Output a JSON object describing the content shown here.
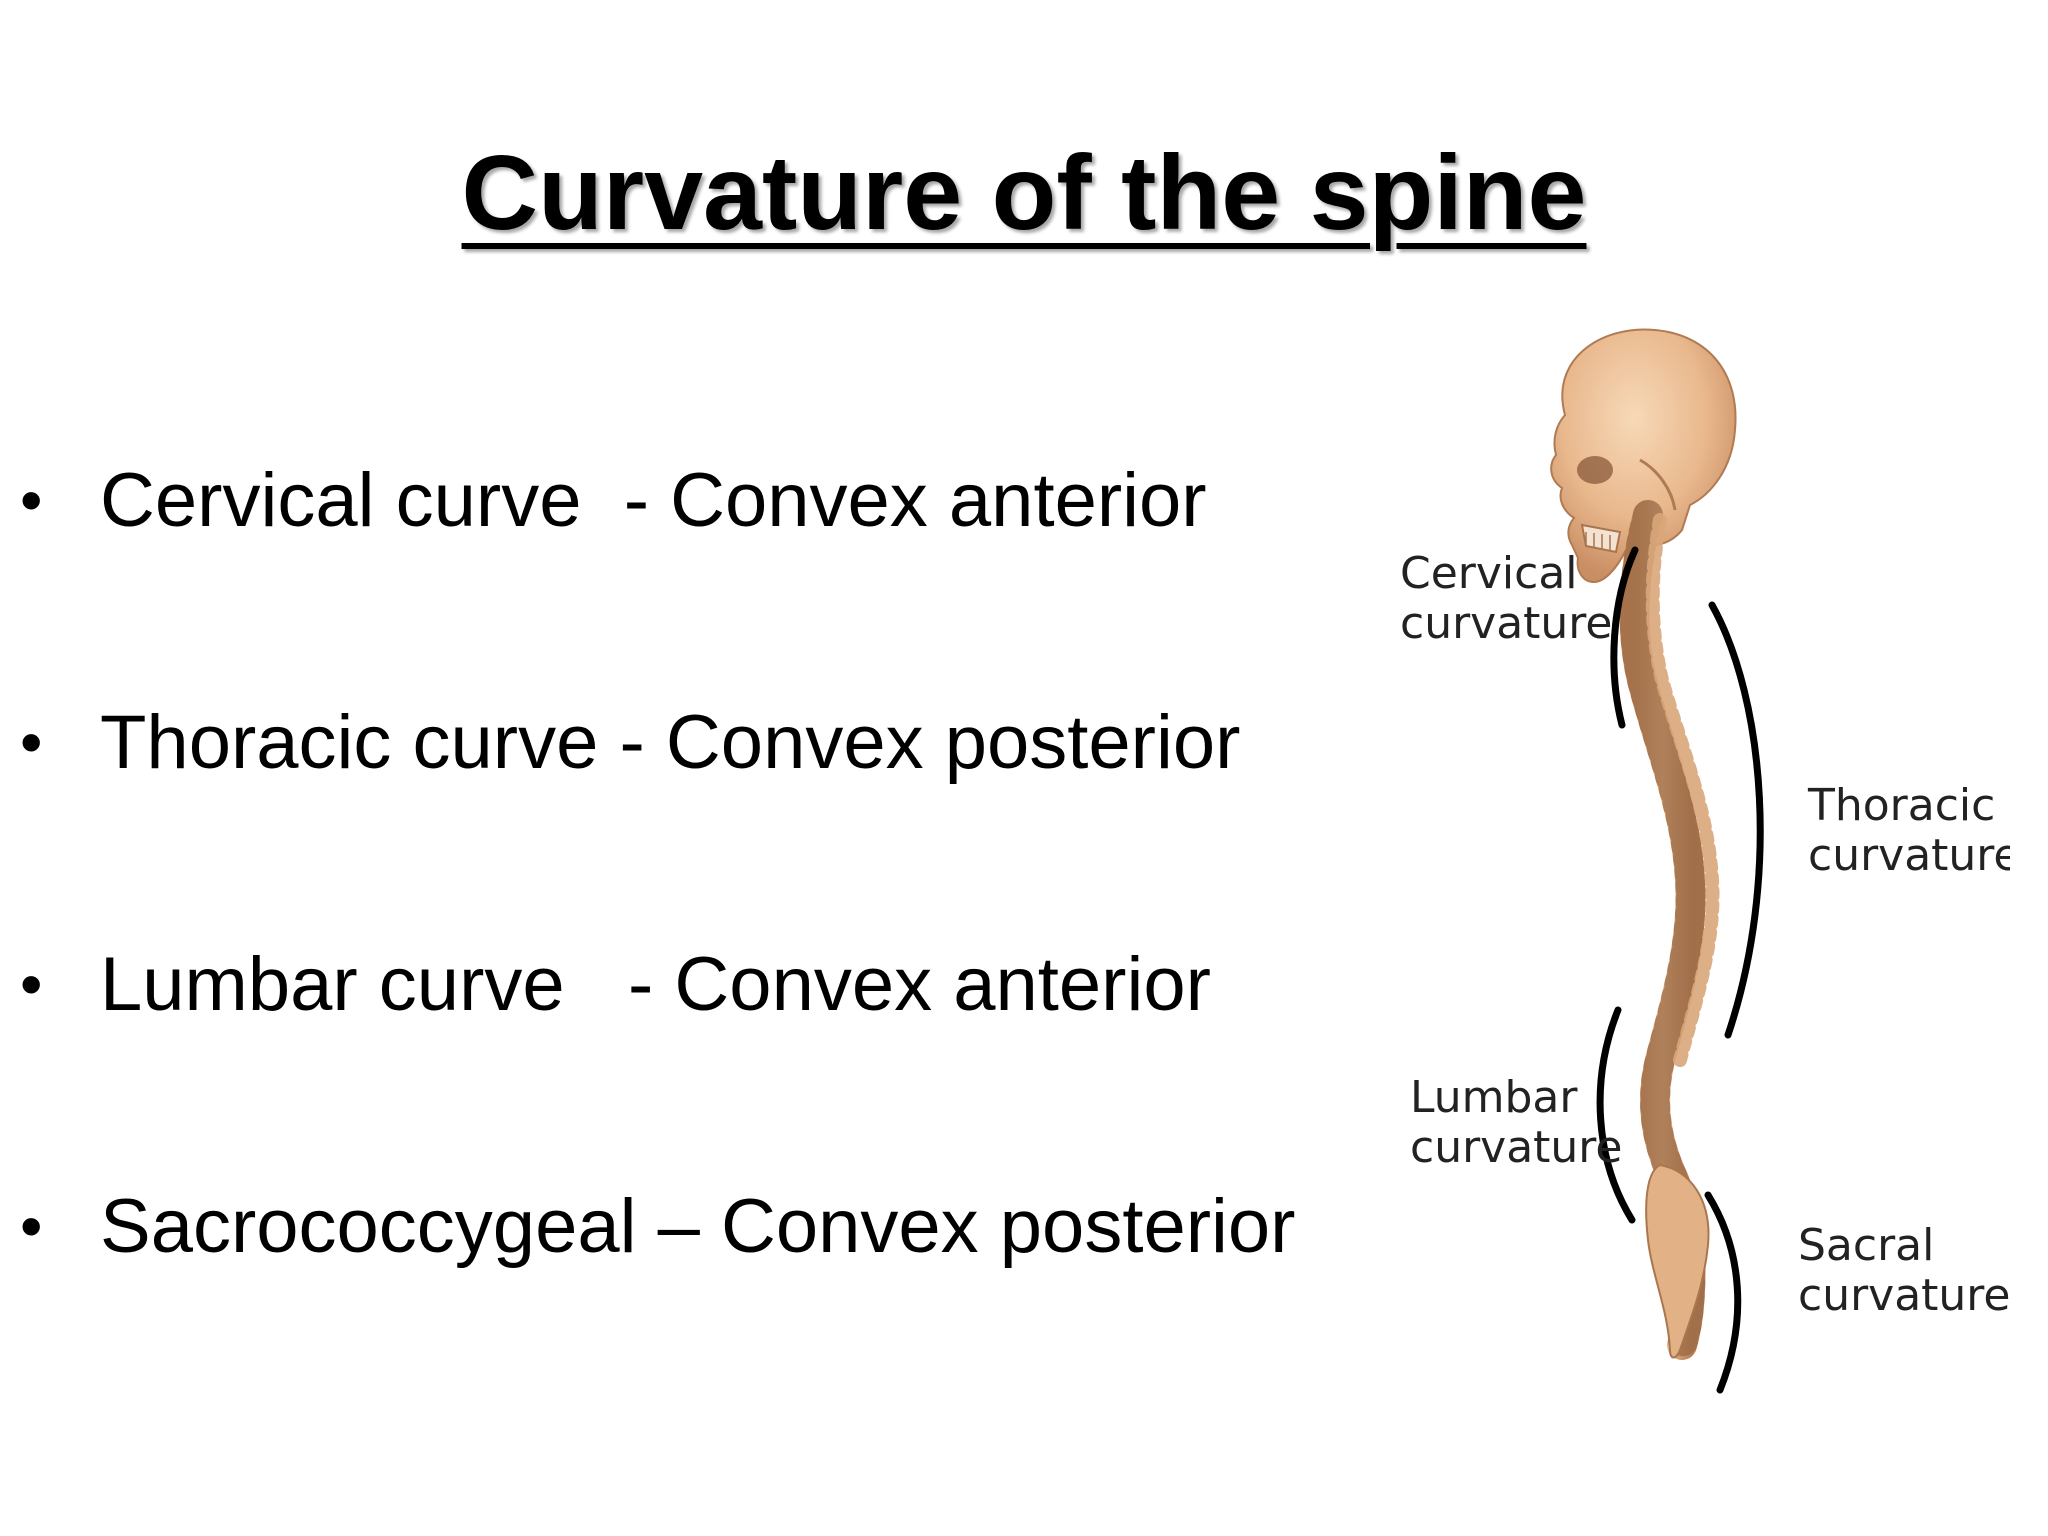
{
  "slide": {
    "title": "Curvature of the spine"
  },
  "bullets": [
    {
      "text": "Cervical curve  - Convex anterior"
    },
    {
      "text": "Thoracic curve - Convex posterior"
    },
    {
      "text": "Lumbar curve   - Convex anterior"
    },
    {
      "text": "Sacrococcygeal – Convex posterior"
    }
  ],
  "figure": {
    "labels": {
      "cervical_line1": "Cervical",
      "cervical_line2": "curvature",
      "thoracic_line1": "Thoracic",
      "thoracic_line2": "curvature",
      "lumbar_line1": "Lumbar",
      "lumbar_line2": "curvature",
      "sacral_line1": "Sacral",
      "sacral_line2": "curvature"
    },
    "colors": {
      "bone": "#e6b585",
      "bone_shadow": "#b9805a",
      "skull": "#eec19a",
      "bracket": "#000000"
    }
  }
}
